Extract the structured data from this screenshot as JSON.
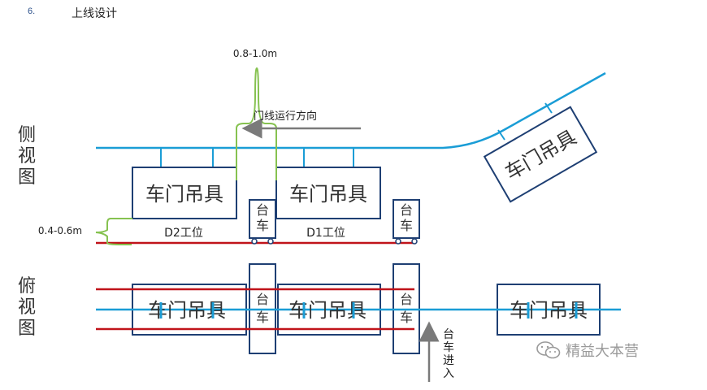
{
  "header": {
    "number": "6.",
    "title": "上线设计"
  },
  "labels": {
    "side_view": [
      "侧",
      "视",
      "图"
    ],
    "top_view": [
      "俯",
      "视",
      "图"
    ],
    "height_top": "0.8-1.0m",
    "height_bottom": "0.4-0.6m",
    "line_direction": "门线运行方向",
    "d2": "D2工位",
    "d1": "D1工位",
    "hanger": "车门吊具",
    "cart": [
      "台",
      "车"
    ],
    "cart_entry": [
      "台",
      "车",
      "进",
      "入"
    ]
  },
  "colors": {
    "blue": "#1a9dd6",
    "navy": "#1e3f73",
    "red": "#c0131a",
    "green": "#86c250",
    "gray": "#7a7a7a"
  },
  "watermark": {
    "text": "精益大本营",
    "icon": "wechat-icon"
  }
}
